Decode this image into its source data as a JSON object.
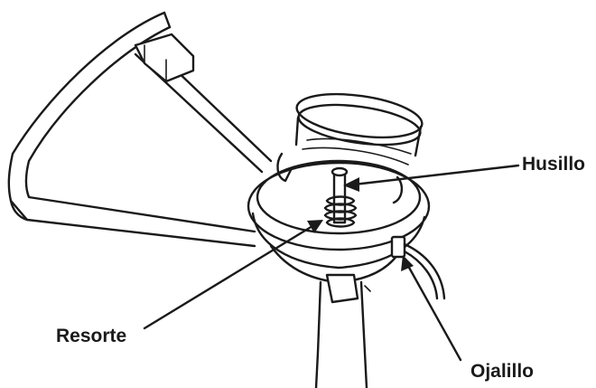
{
  "labels": {
    "husillo": "Husillo",
    "resorte": "Resorte",
    "ojalillo": "Ojalillo"
  },
  "colors": {
    "ink": "#1a1a1a",
    "background": "#ffffff"
  }
}
